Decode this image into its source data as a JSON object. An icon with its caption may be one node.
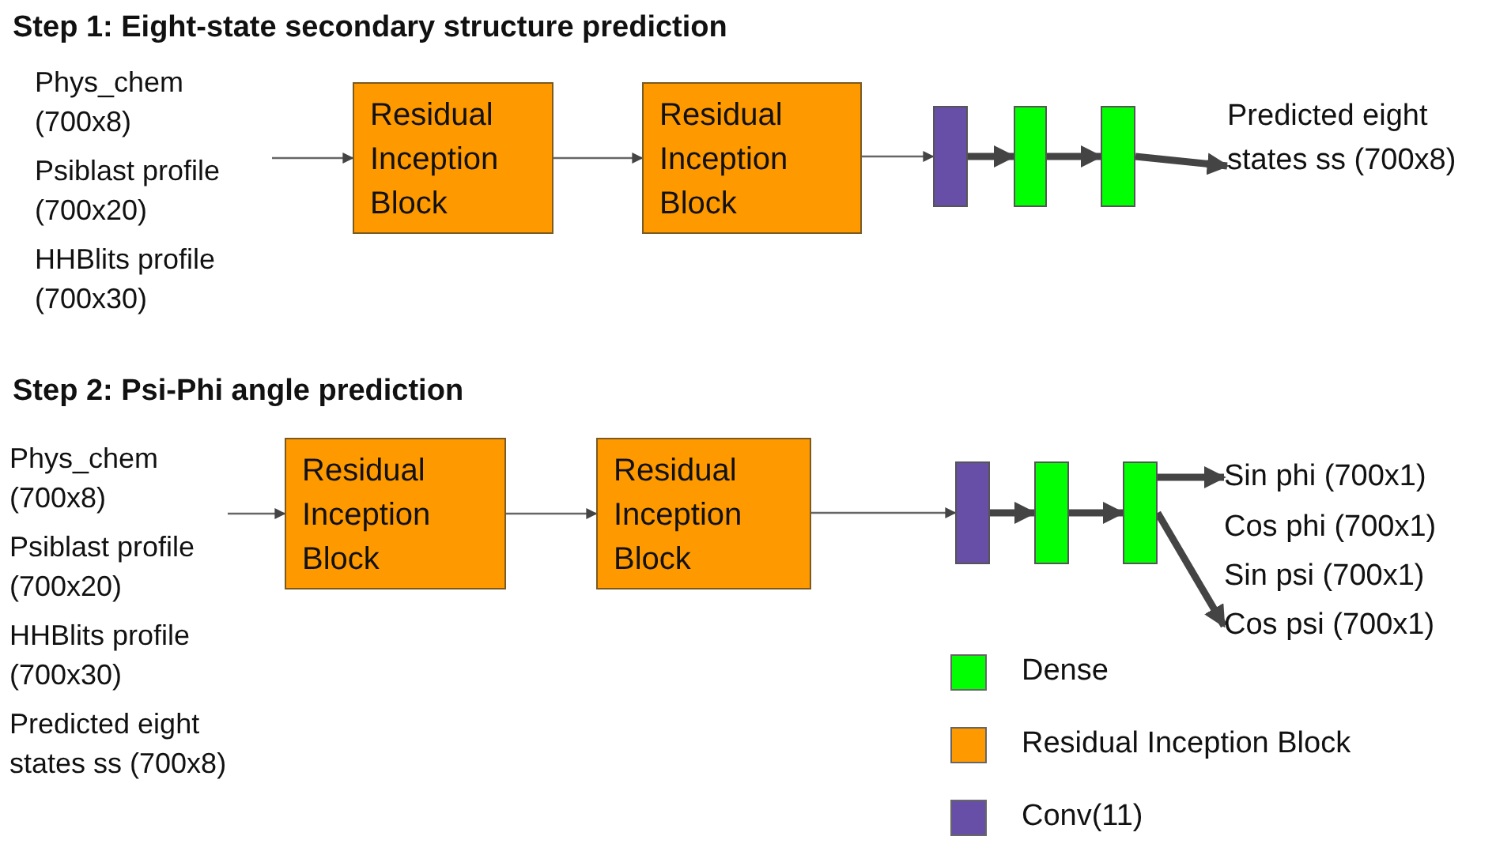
{
  "diagram": {
    "nodes": [
      {
        "text": [
          "Phys_chem (700x8)",
          "Psiblast profile (700x20)",
          "HHBlits profile (700x30)"
        ]
      },
      {
        "text": [
          "Residual Inception Block"
        ]
      },
      {
        "text": [
          "Residual Inception Block"
        ]
      },
      {
        "text": [],
        "shape": "box"
      },
      {
        "text": [],
        "shape": "box"
      },
      {
        "text": [],
        "shape": "box"
      },
      {
        "text": [
          "Predicted eight states ss (700x8)"
        ]
      },
      {
        "text": [
          "Phys_chem (700x8)",
          "Psiblast profile (700x20)",
          "HHBlits profile (700x30)",
          "Predicted eight states ss (700x8)"
        ]
      },
      {
        "text": [
          "Residual Inception Block"
        ]
      },
      {
        "text": [
          "Residual Inception Block"
        ]
      },
      {
        "text": [],
        "shape": "box"
      },
      {
        "text": [],
        "shape": "box"
      },
      {
        "text": [],
        "shape": "box"
      },
      {
        "text": [
          "Sin phi (700x1)"
        ]
      },
      {
        "text": [
          "Cos phi (700x1)"
        ]
      },
      {
        "text": [
          "Sin psi (700x1)"
        ]
      },
      {
        "text": [
          "Cos psi (700x1)"
        ]
      }
    ],
    "edges": [
      {
        "from": 0,
        "to": 1,
        "arrow": "to",
        "color": "#666666"
      },
      {
        "from": 1,
        "to": 2,
        "arrow": "to",
        "color": "#666666"
      },
      {
        "from": 2,
        "to": 3,
        "arrow": "to",
        "color": "#666666"
      },
      {
        "from": 3,
        "to": 4,
        "arrow": "to"
      },
      {
        "from": 4,
        "to": 5,
        "arrow": "to"
      },
      {
        "from": 5,
        "to": 6,
        "arrow": "to"
      },
      {
        "from": 7,
        "to": 8,
        "arrow": "to",
        "color": "#666666"
      },
      {
        "from": 8,
        "to": 9,
        "arrow": "to",
        "color": "#666666"
      },
      {
        "from": 9,
        "to": 10,
        "arrow": "to",
        "color": "#666666"
      },
      {
        "from": 10,
        "to": 11,
        "arrow": "to"
      },
      {
        "from": 11,
        "to": 12,
        "arrow": "to"
      },
      {
        "from": 12,
        "to": 13,
        "arrow": "to"
      },
      {
        "from": 12,
        "to": 16,
        "arrow": "to"
      }
    ],
    "labels": [
      "Step 1: Eight-state secondary structure prediction",
      "Step 2: Psi-Phi angle prediction"
    ],
    "legend": [
      {
        "text": "Dense",
        "color": "#00ff00"
      },
      {
        "text": "Residual Inception Block",
        "color": "#ff9900"
      },
      {
        "text": "Conv(11)",
        "color": "#674ea7"
      }
    ]
  }
}
